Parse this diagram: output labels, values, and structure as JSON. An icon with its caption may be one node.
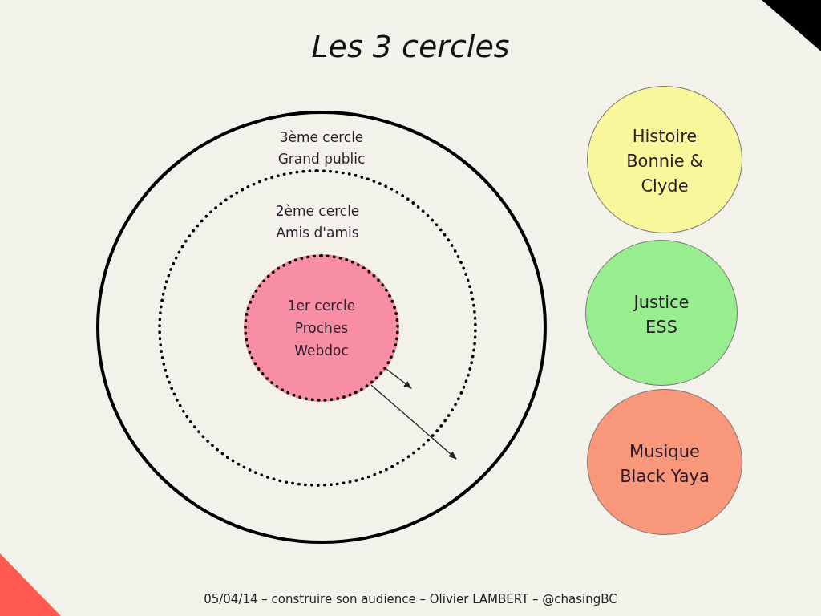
{
  "diagram": {
    "title": "Les 3 cercles",
    "nodes": [
      {
        "text": [
          "3ème cercle Grand public"
        ]
      },
      {
        "text": [
          "2ème cercle Amis d'amis"
        ],
        "in": 0
      },
      {
        "text": [
          "1er cercle Proches Webdoc"
        ],
        "in": 1
      },
      {
        "text": [
          "Histoire Bonnie & Clyde"
        ]
      },
      {
        "text": [
          "Justice ESS"
        ]
      },
      {
        "text": [
          "Musique Black Yaya"
        ]
      }
    ],
    "edges": [
      {
        "from": 2,
        "to": null,
        "arrow": "to"
      },
      {
        "from": 2,
        "to": null,
        "arrow": "to"
      }
    ],
    "labels": [
      "05/04/14 – construire son audience – Olivier LAMBERT – @chasingBC"
    ]
  }
}
